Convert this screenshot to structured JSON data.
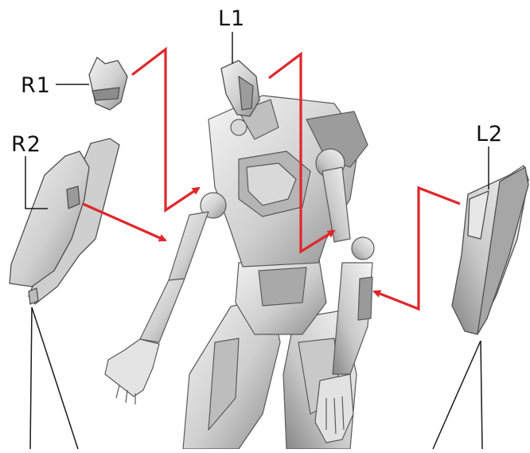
{
  "labels": {
    "l1": "L1",
    "r1": "R1",
    "r2": "R2",
    "l2": "L2"
  },
  "colors": {
    "arrow": "#e0262b",
    "leader": "#1a1a1a",
    "part_fill": "#d6d6d6",
    "part_stroke": "#555555"
  }
}
